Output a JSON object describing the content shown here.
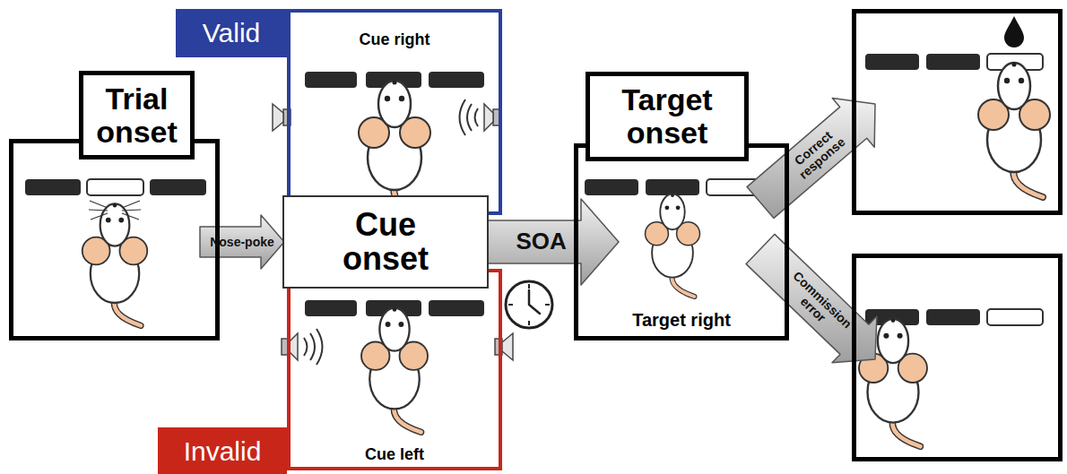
{
  "diagram": {
    "nodes": [
      {
        "text": [
          "Trial onset"
        ]
      },
      {
        "text": [
          "Valid",
          "Cue right"
        ]
      },
      {
        "text": [
          "Cue onset"
        ]
      },
      {
        "text": [
          "Invalid",
          "Cue left"
        ]
      },
      {
        "text": [
          "Target onset",
          "Target right"
        ]
      },
      {
        "text": []
      },
      {
        "text": []
      }
    ],
    "edges": [
      {
        "from": 0,
        "to": 2,
        "label": "Nose-poke",
        "arrow": "to"
      },
      {
        "from": 2,
        "to": 4,
        "label": "SOA",
        "arrow": "to"
      },
      {
        "from": 4,
        "to": 5,
        "label": "Correct response",
        "arrow": "to"
      },
      {
        "from": 4,
        "to": 6,
        "label": "Commission error",
        "arrow": "to"
      }
    ]
  }
}
